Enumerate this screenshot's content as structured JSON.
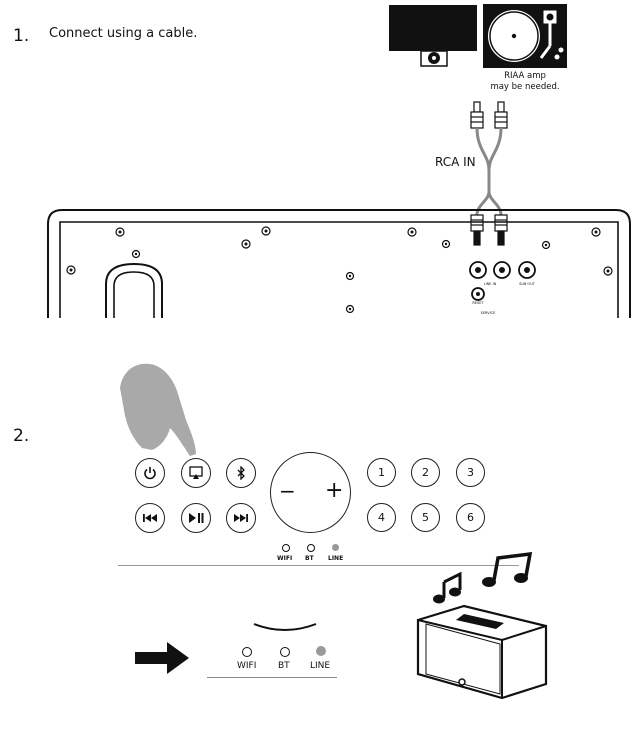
{
  "step1": {
    "number": "1.",
    "text": "Connect using a cable."
  },
  "note": {
    "line1": "RIAA amp",
    "line2": "may be needed."
  },
  "rca_label": "RCA IN",
  "step2": {
    "number": "2."
  },
  "panel": {
    "minus": "−",
    "plus": "+",
    "presets": [
      "1",
      "2",
      "3",
      "4",
      "5",
      "6"
    ],
    "indicators": [
      "WIFI",
      "BT",
      "LINE"
    ]
  },
  "bottom_indicators": [
    "WIFI",
    "BT",
    "LINE"
  ],
  "rear_labels": {
    "line_in": "LINE IN",
    "usb_out": "SUB OUT",
    "reset": "RESET",
    "service": "SERVICE"
  },
  "colors": {
    "line_active": "#9a9a9a",
    "hand": "#a9a9a9"
  }
}
